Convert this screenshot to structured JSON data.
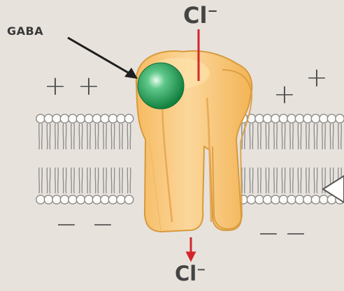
{
  "labels": {
    "ligand": "GABA",
    "ion_top": "Cl",
    "ion_bottom": "Cl",
    "ion_charge": "−"
  },
  "charges": {
    "outside": [
      "+",
      "+",
      "+",
      "+"
    ],
    "inside": [
      "−",
      "−",
      "−",
      "−"
    ]
  },
  "colors": {
    "background": "#e7e2dc",
    "channel_fill": "#f8c676",
    "channel_outline": "#d89a3c",
    "gaba_sphere": "#1f9a55",
    "arrow_red": "#d3262c",
    "lipid_stroke": "#8a8a8a",
    "lipid_head": "#fbfaf7"
  }
}
